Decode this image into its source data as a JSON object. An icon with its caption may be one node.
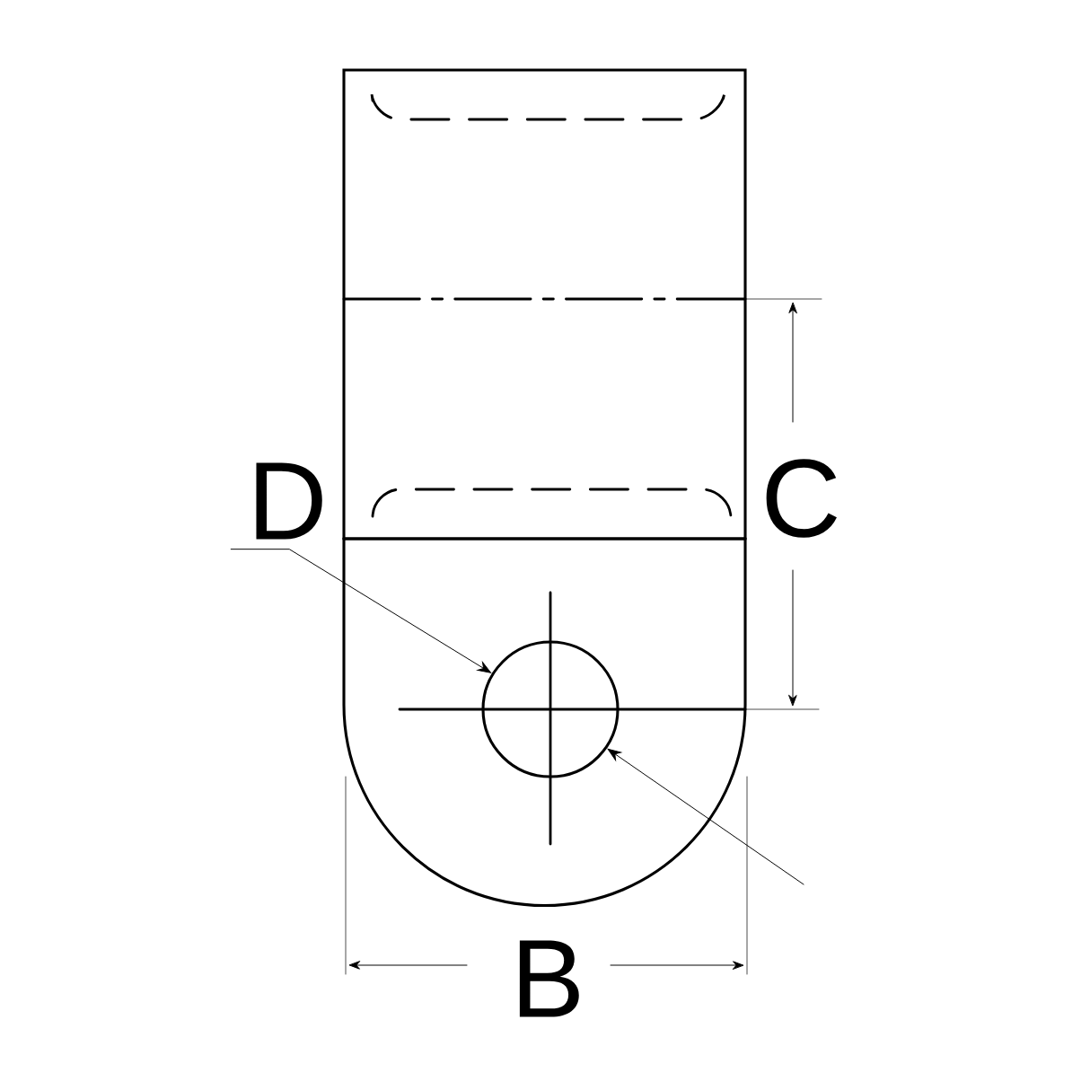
{
  "diagram": {
    "nodes": [
      {
        "text": [
          "D"
        ]
      },
      {
        "text": [],
        "shape": "circle"
      }
    ],
    "edges": [
      {
        "from": 0,
        "to": 1,
        "arrow": "to"
      },
      {
        "from": null,
        "to": 1,
        "arrow": "to"
      }
    ],
    "labels": [
      "C",
      "B"
    ]
  }
}
